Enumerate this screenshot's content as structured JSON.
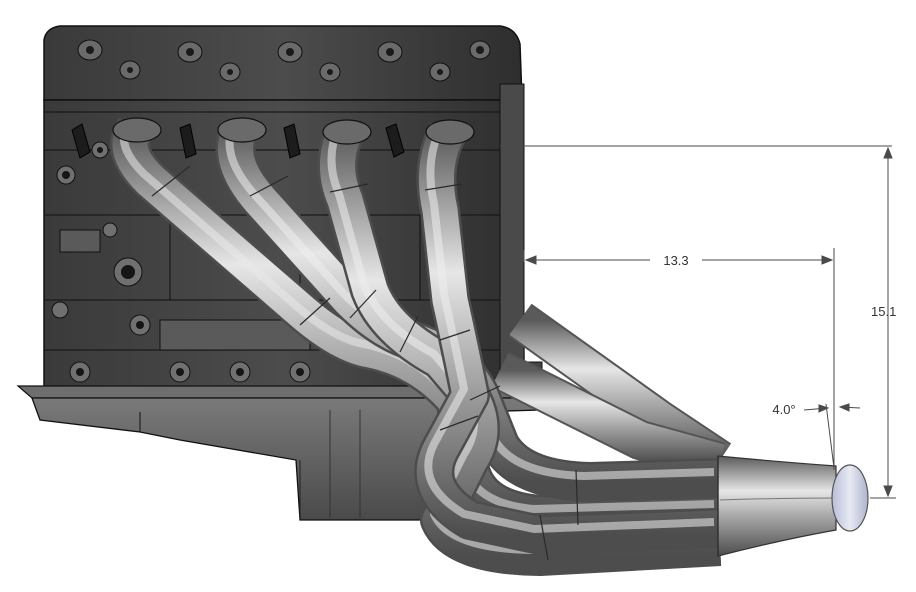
{
  "dimensions": {
    "horizontal": "13.3",
    "vertical": "15.1",
    "angle": "4.0°"
  },
  "colors": {
    "background": "#ffffff",
    "pipe": "#9a9a9a",
    "pipe_highlight": "#e6e6e6",
    "pipe_shadow": "#5a5a5a",
    "engine_dark": "#2a2a2a",
    "engine_mid": "#5c5c5c",
    "engine_light": "#8a8a8a",
    "outlet": "#cfd3e6",
    "dimension_line": "#4a4a4a"
  }
}
